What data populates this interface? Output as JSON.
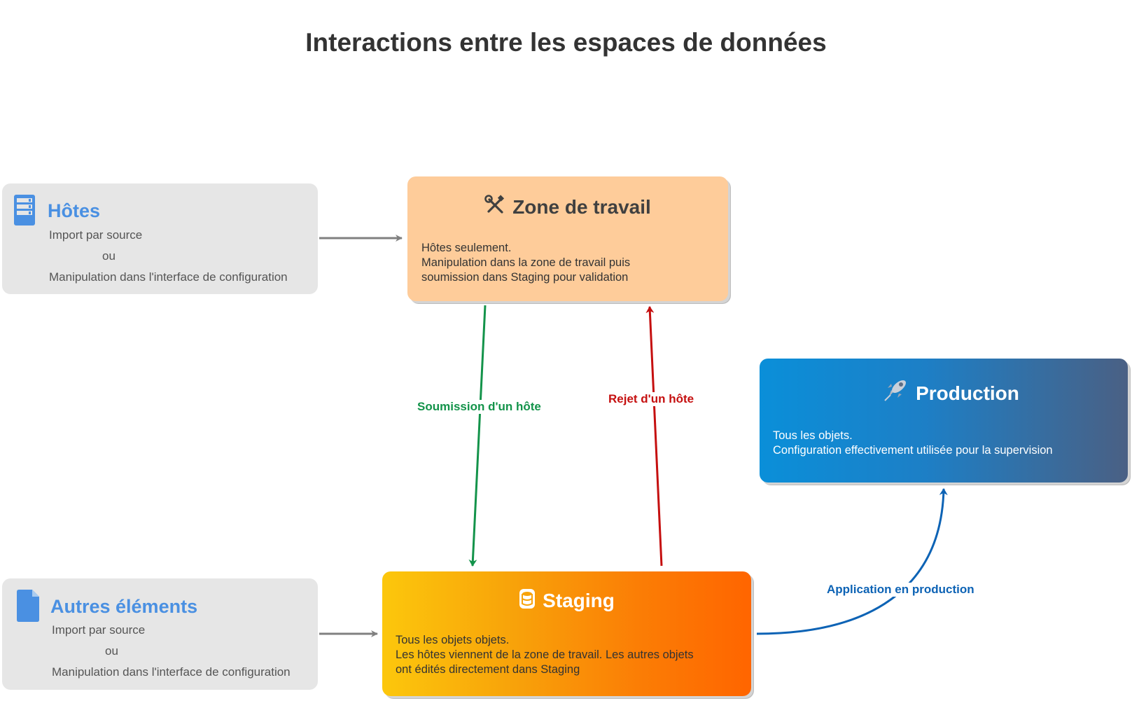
{
  "title": "Interactions entre les espaces de données",
  "sources": {
    "hotes": {
      "name": "Hôtes",
      "line1": "Import par source",
      "line2": "ou",
      "line3": "Manipulation dans l'interface de configuration",
      "icon": "server-icon"
    },
    "autres": {
      "name": "Autres éléments",
      "line1": "Import par source",
      "line2": "ou",
      "line3": "Manipulation dans l'interface de configuration",
      "icon": "document-icon"
    }
  },
  "spaces": {
    "zone": {
      "title": "Zone de travail",
      "icon": "tools-icon",
      "lines": [
        "Hôtes seulement.",
        "Manipulation dans la zone de travail puis",
        "soumission dans Staging pour validation"
      ],
      "color": "#fecc9a"
    },
    "production": {
      "title": "Production",
      "icon": "rocket-icon",
      "lines": [
        "Tous les objets.",
        "Configuration effectivement utilisée pour la supervision"
      ],
      "color": "#1d7fc6"
    },
    "staging": {
      "title": "Staging",
      "icon": "database-icon",
      "lines": [
        "Tous les objets objets.",
        "Les hôtes viennent de la zone de travail. Les autres objets",
        "ont édités directement dans Staging"
      ],
      "color": "#fb7d05"
    }
  },
  "arrows": {
    "submit": {
      "label": "Soumission d'un hôte",
      "color": "#13934a"
    },
    "reject": {
      "label": "Rejet d'un hôte",
      "color": "#c50f0f"
    },
    "apply": {
      "label": "Application en production",
      "color": "#0d63b5"
    }
  }
}
